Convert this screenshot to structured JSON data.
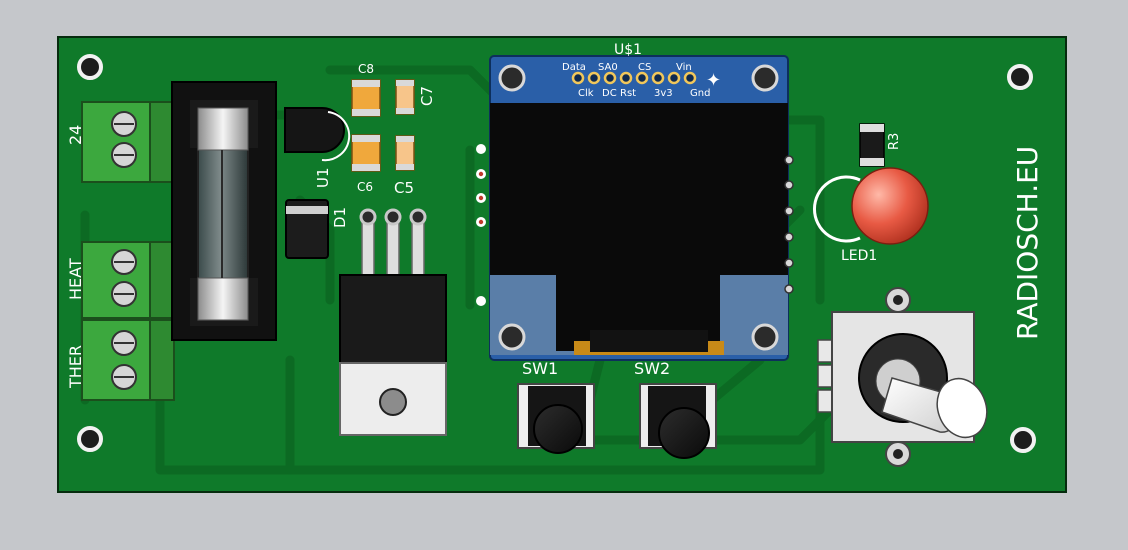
{
  "board": {
    "brand": "RADIOSCH.EU",
    "oled_designator": "U$1",
    "oled_pins_top": [
      "Data",
      "SA0",
      "CS",
      "Vin"
    ],
    "oled_pins_bottom": [
      "Clk",
      "DC",
      "Rst",
      "3v3",
      "Gnd"
    ],
    "terminal_labels": [
      "24",
      "HEAT",
      "THER"
    ],
    "capacitors": [
      "C8",
      "C7",
      "C6",
      "C5"
    ],
    "regulator": "U1",
    "diode": "D1",
    "resistor": "R3",
    "led": "LED1",
    "switches": [
      "SW1",
      "SW2"
    ]
  },
  "colors": {
    "pcb": "#0f7a2a",
    "silkscreen": "#ffffff",
    "background": "#c5c7cb",
    "terminal_block": "#3ca83e",
    "oled_module": "#2a5fa8",
    "led_lens": "#e85a44"
  }
}
